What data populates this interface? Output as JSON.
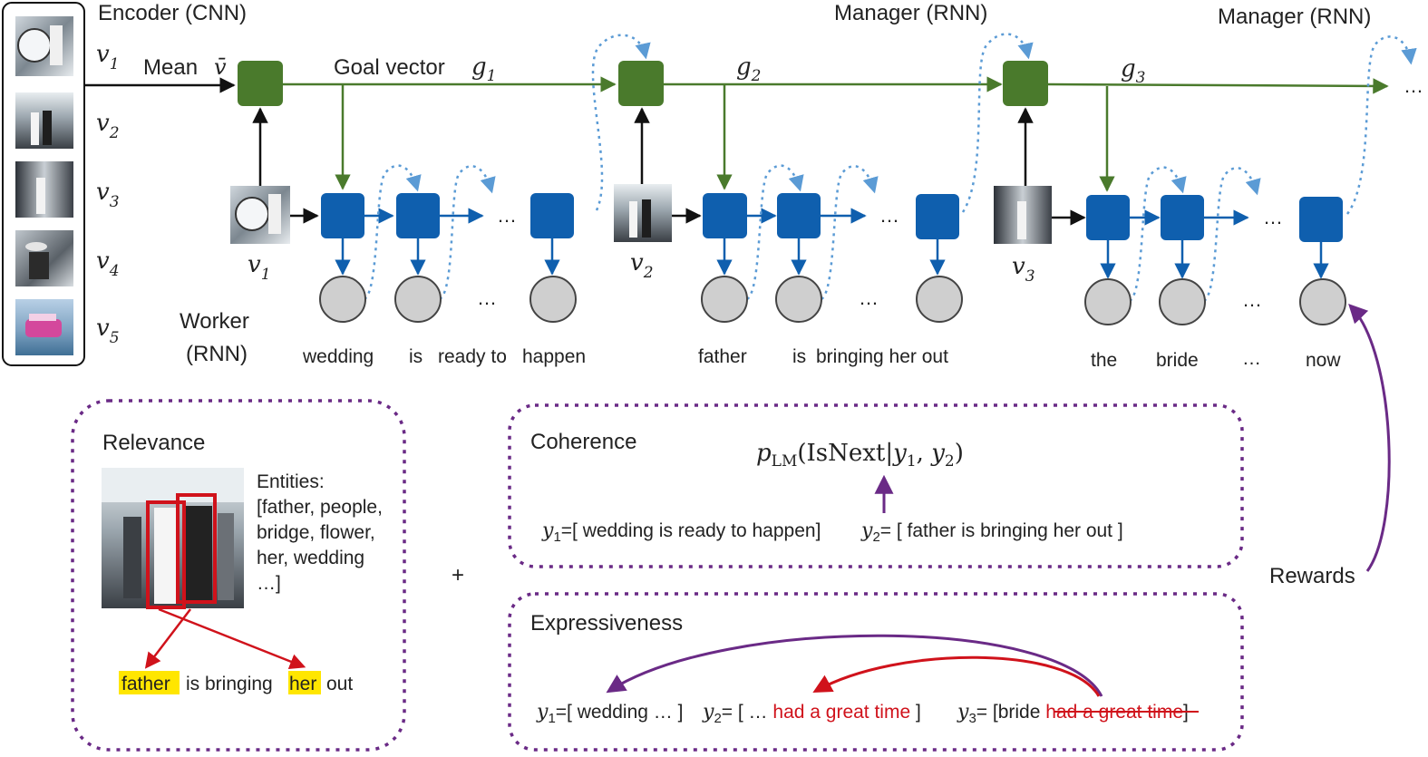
{
  "labels": {
    "encoder": "Encoder (CNN)",
    "manager_a": "Manager (RNN)",
    "manager_b": "Manager (RNN)",
    "mean": "Mean",
    "mean_symbol": "v̄",
    "goal_vector": "Goal vector",
    "worker_line1": "Worker",
    "worker_line2": "(RNN)",
    "rewards": "Rewards",
    "plus": "+",
    "ellipsis": "…"
  },
  "vectors": {
    "v1": "v",
    "v1_sub": "1",
    "v2": "v",
    "v2_sub": "2",
    "v3": "v",
    "v3_sub": "3",
    "v4": "v",
    "v4_sub": "4",
    "v5": "v",
    "v5_sub": "5",
    "g1": "g",
    "g1_sub": "1",
    "g2": "g",
    "g2_sub": "2",
    "g3": "g",
    "g3_sub": "3"
  },
  "words": {
    "w1": "wedding",
    "w2": "is",
    "w3": "ready to",
    "w4": "happen",
    "w5": "father",
    "w6": "is",
    "w7": "bringing her out",
    "w8": "the",
    "w9": "bride",
    "w10": "…",
    "w11": "now"
  },
  "relevance": {
    "title": "Relevance",
    "entities_line1": "Entities:",
    "entities_line2": "[father, people,",
    "entities_line3": "bridge, flower,",
    "entities_line4": "her, wedding",
    "entities_line5": "…]",
    "sent_w1": "father",
    "sent_w2": "is  bringing",
    "sent_w3": "her",
    "sent_w4": "out"
  },
  "coherence": {
    "title": "Coherence",
    "formula_p": "p",
    "formula_sub": "LM",
    "formula_body": "(IsNext|",
    "formula_y1": "y",
    "formula_y1_sub": "1",
    "formula_comma": ", ",
    "formula_y2": "y",
    "formula_y2_sub": "2",
    "formula_close": ")",
    "y1_sym": "y",
    "y1_sub": "1",
    "y1_text": "=[ wedding is ready to happen]",
    "y2_sym": "y",
    "y2_sub": "2",
    "y2_text": "= [ father is bringing her out ]"
  },
  "expressiveness": {
    "title": "Expressiveness",
    "y1_sym": "y",
    "y1_sub": "1",
    "y1_text": "=[ wedding … ]",
    "y2_sym": "y",
    "y2_sub": "2",
    "y2_text_a": "= [ … ",
    "y2_text_b": "had a great time",
    "y2_text_c": " ]",
    "y3_sym": "y",
    "y3_sub": "3",
    "y3_text_a": "= [bride ",
    "y3_text_b": "had a great time",
    "y3_text_c": "]"
  },
  "colors": {
    "green": "#4a7a2c",
    "blue": "#0f5fae",
    "gray": "#cfcfcf",
    "purple": "#6a2a86",
    "red": "#d0121b",
    "highlight": "#ffe600",
    "dotted_blue": "#5b9bd5"
  },
  "images": {
    "encoder_thumbnails": [
      "photo",
      "photo",
      "photo",
      "photo",
      "photo"
    ]
  }
}
